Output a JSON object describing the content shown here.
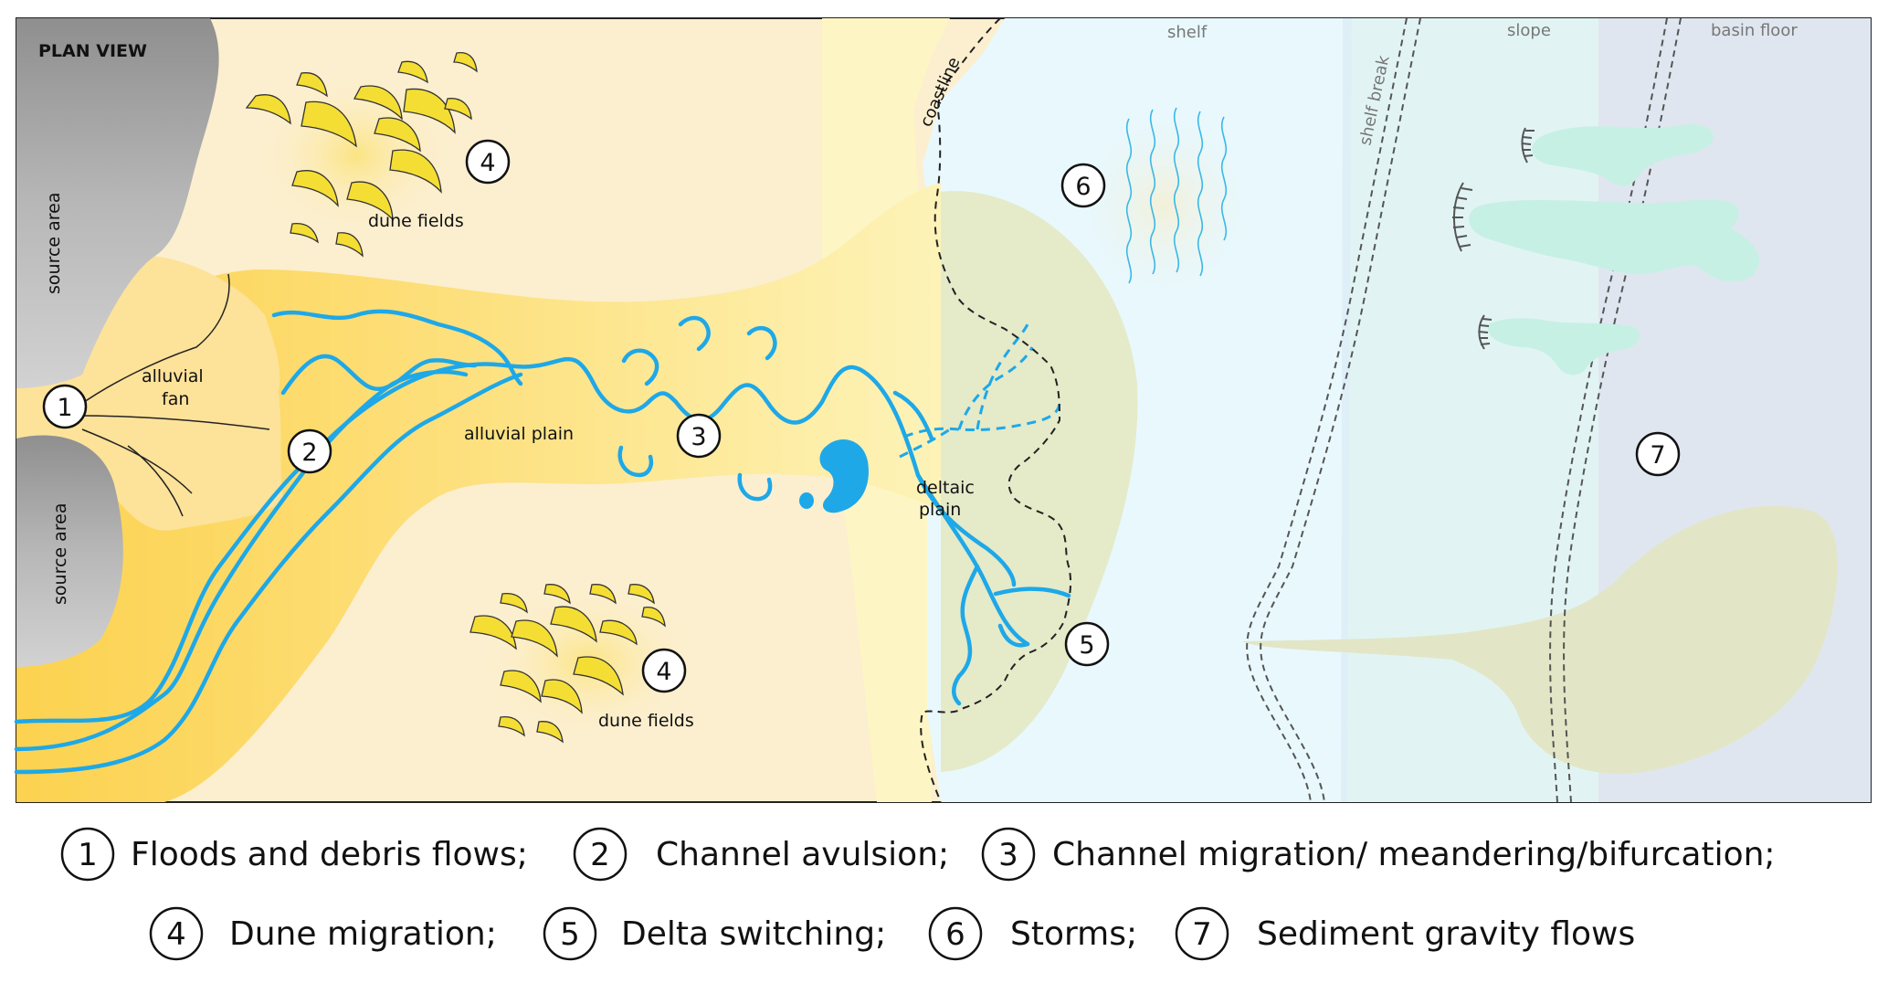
{
  "diagram": {
    "title": "PLAN VIEW",
    "labels": {
      "source_area_top": "source area",
      "source_area_bottom": "source area",
      "alluvial_fan_line1": "alluvial",
      "alluvial_fan_line2": "fan",
      "alluvial_plain": "alluvial plain",
      "dune_fields_top": "dune fields",
      "dune_fields_bottom": "dune fields",
      "coastline": "coastline",
      "deltaic_plain_line1": "deltaic",
      "deltaic_plain_line2": "plain",
      "shelf": "shelf",
      "shelf_break": "shelf break",
      "slope": "slope",
      "basin_floor": "basin floor"
    },
    "markers": {
      "m1": "1",
      "m2": "2",
      "m3": "3",
      "m4_top": "4",
      "m4_bottom": "4",
      "m5": "5",
      "m6": "6",
      "m7": "7"
    }
  },
  "legend": [
    {
      "num": "1",
      "text": "Floods and debris flows;"
    },
    {
      "num": "2",
      "text": "Channel avulsion;"
    },
    {
      "num": "3",
      "text": "Channel migration/ meandering/bifurcation;"
    },
    {
      "num": "4",
      "text": "Dune migration;"
    },
    {
      "num": "5",
      "text": "Delta switching;"
    },
    {
      "num": "6",
      "text": "Storms;"
    },
    {
      "num": "7",
      "text": "Sediment gravity flows"
    }
  ],
  "colors": {
    "land": "#fcefcf",
    "alluvial": "#fddb6d",
    "fan": "#fde59a",
    "source": "#bdbdbd",
    "river": "#1ea8e8",
    "shelf": "#e7f7fc",
    "slope": "#e3f4f3",
    "basin": "#e1e7ef",
    "lobe": "#e3e8c4",
    "dune": "#f5e03a"
  }
}
